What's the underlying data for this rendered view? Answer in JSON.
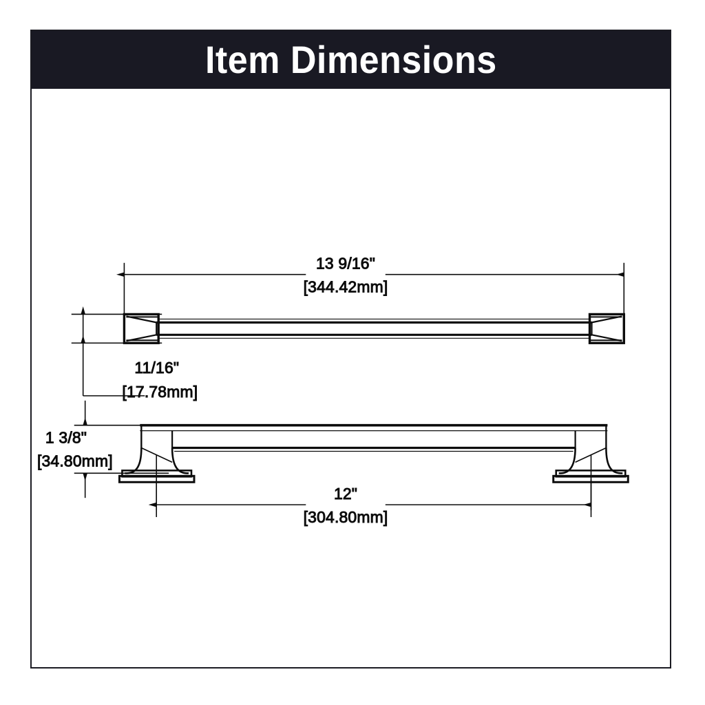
{
  "header": {
    "title": "Item Dimensions",
    "background_color": "#191923",
    "text_color": "#ffffff"
  },
  "frame": {
    "border_color": "#1b1b22"
  },
  "drawing": {
    "line_color": "#0c0c0c",
    "background_color": "#ffffff",
    "views": [
      {
        "name": "top-view",
        "description": "Plan view of towel bar showing overall length and bar depth"
      },
      {
        "name": "side-view",
        "description": "Front elevation of towel bar showing post height and center-to-center mounting span"
      }
    ]
  },
  "dimensions": {
    "overall_length": {
      "name": "overall-length",
      "imperial": "13 9/16\"",
      "metric": "[344.42mm]",
      "value_in": 13.5625,
      "value_mm": 344.42
    },
    "bar_depth": {
      "name": "bar-depth",
      "imperial": "11/16\"",
      "metric": "[17.78mm]",
      "value_in": 0.6875,
      "value_mm": 17.78
    },
    "post_height": {
      "name": "post-height",
      "imperial": "1 3/8\"",
      "metric": "[34.80mm]",
      "value_in": 1.375,
      "value_mm": 34.8
    },
    "center_to_center": {
      "name": "center-to-center",
      "imperial": "12\"",
      "metric": "[304.80mm]",
      "value_in": 12,
      "value_mm": 304.8
    }
  }
}
